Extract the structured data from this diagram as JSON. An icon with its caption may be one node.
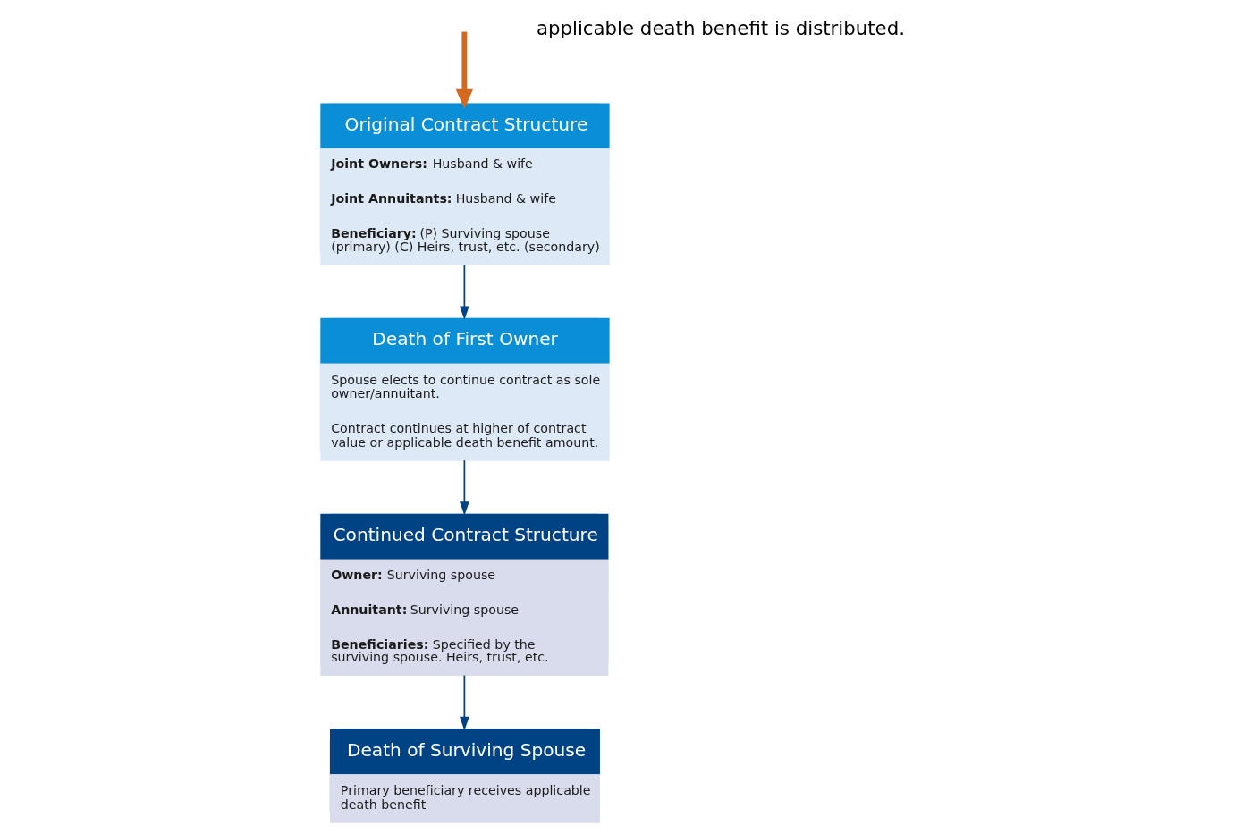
{
  "diagram": {
    "nodes": [
      {
        "text": [
          "Death of First Owner",
          "Spouse elects to continue contract as sole owner/annuitant.",
          "Contract continues at higher of contract value or applicable death benefit amount."
        ]
      },
      {
        "text": [
          "Original Contract Structure",
          "**Joint Owners:** Husband & wife",
          "**Joint Annuitants:** Husband & wife",
          "**Beneficiary:** (P) Surviving spouse (primary) (C) Heirs, trust, etc. (secondary)"
        ]
      },
      {
        "text": [
          "Continued Contract Structure",
          "**Owner:** Surviving spouse",
          "**Annuitant:** Surviving spouse",
          "**Beneficiaries:** Specified by the surviving spouse. Heirs, trust, etc."
        ]
      },
      {
        "text": [
          "Death of Surviving Spouse",
          "Primary beneficiary receives applicable death benefit"
        ]
      }
    ],
    "edges": [
      {
        "from": 1,
        "to": 0,
        "arrow": "to"
      },
      {
        "from": 0,
        "to": 2,
        "arrow": "to"
      },
      {
        "from": 2,
        "to": 3,
        "arrow": "to"
      },
      {
        "from": null,
        "to": 1,
        "arrow": "to",
        "color": "#d2691e",
        "style": "thick"
      }
    ],
    "labels": [
      "applicable death benefit is distributed."
    ]
  }
}
